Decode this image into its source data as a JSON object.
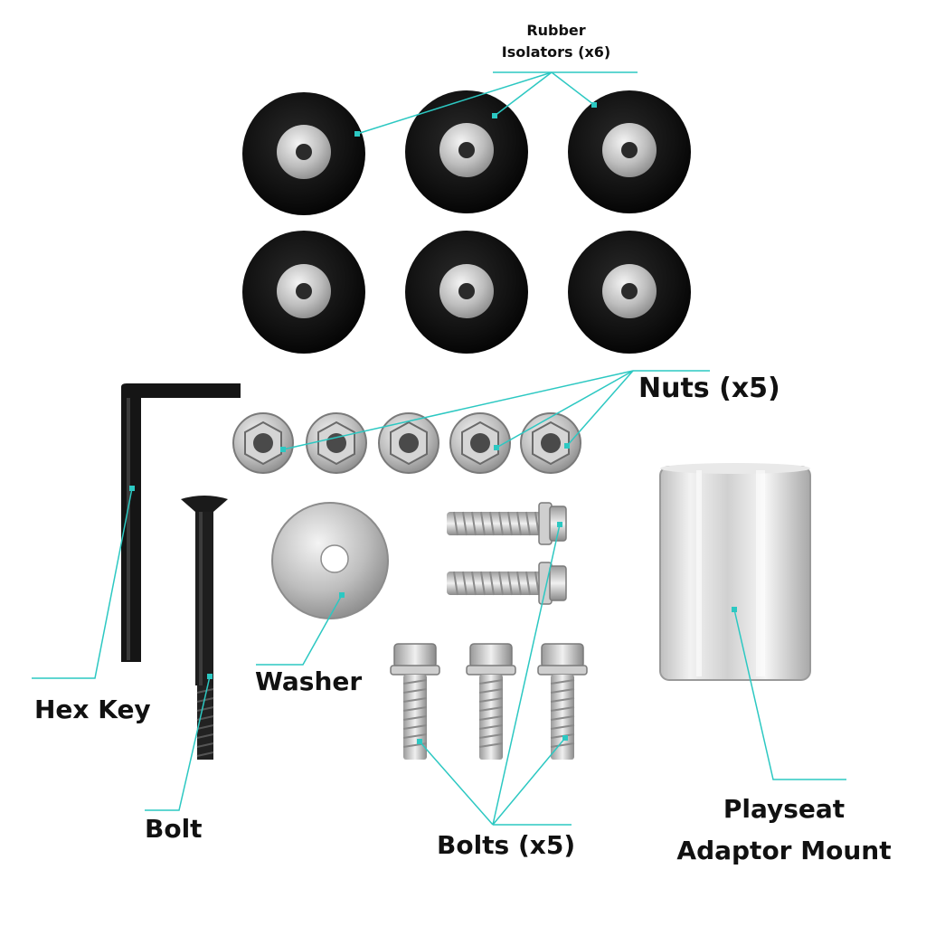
{
  "labels": {
    "rubber_line1": "Rubber",
    "rubber_line2": "Isolators (x6)",
    "nuts": "Nuts (x5)",
    "hex_key": "Hex Key",
    "washer": "Washer",
    "bolt": "Bolt",
    "bolts": "Bolts (x5)",
    "adaptor_line1": "Playseat",
    "adaptor_line2": "Adaptor Mount"
  },
  "colors": {
    "callout": "#2cc8c2",
    "rubber": "#0c0c0c",
    "metal": "#c9c9c9",
    "black_metal": "#1a1a1a",
    "aluminum": "#d8d8d8"
  }
}
